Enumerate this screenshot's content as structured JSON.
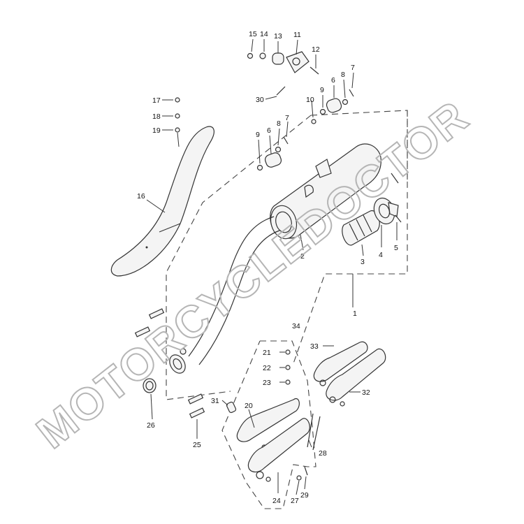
{
  "watermark": {
    "text": "MOTORCYCLEDOCTOR",
    "color": "#b5b5b5"
  },
  "callouts": [
    {
      "id": "c1",
      "label": "1"
    },
    {
      "id": "c2",
      "label": "2"
    },
    {
      "id": "c3",
      "label": "3"
    },
    {
      "id": "c4",
      "label": "4"
    },
    {
      "id": "c5",
      "label": "5"
    },
    {
      "id": "c6a",
      "label": "6"
    },
    {
      "id": "c6b",
      "label": "6"
    },
    {
      "id": "c7a",
      "label": "7"
    },
    {
      "id": "c7b",
      "label": "7"
    },
    {
      "id": "c8a",
      "label": "8"
    },
    {
      "id": "c8b",
      "label": "8"
    },
    {
      "id": "c9a",
      "label": "9"
    },
    {
      "id": "c9b",
      "label": "9"
    },
    {
      "id": "c10",
      "label": "10"
    },
    {
      "id": "c11",
      "label": "11"
    },
    {
      "id": "c12",
      "label": "12"
    },
    {
      "id": "c13",
      "label": "13"
    },
    {
      "id": "c14",
      "label": "14"
    },
    {
      "id": "c15",
      "label": "15"
    },
    {
      "id": "c16",
      "label": "16"
    },
    {
      "id": "c17",
      "label": "17"
    },
    {
      "id": "c18",
      "label": "18"
    },
    {
      "id": "c19",
      "label": "19"
    },
    {
      "id": "c20",
      "label": "20"
    },
    {
      "id": "c21",
      "label": "21"
    },
    {
      "id": "c22",
      "label": "22"
    },
    {
      "id": "c23",
      "label": "23"
    },
    {
      "id": "c24",
      "label": "24"
    },
    {
      "id": "c25",
      "label": "25"
    },
    {
      "id": "c26",
      "label": "26"
    },
    {
      "id": "c27",
      "label": "27"
    },
    {
      "id": "c28",
      "label": "28"
    },
    {
      "id": "c29",
      "label": "29"
    },
    {
      "id": "c30",
      "label": "30"
    },
    {
      "id": "c31",
      "label": "31"
    },
    {
      "id": "c32",
      "label": "32"
    },
    {
      "id": "c33",
      "label": "33"
    },
    {
      "id": "c34",
      "label": "34"
    }
  ]
}
